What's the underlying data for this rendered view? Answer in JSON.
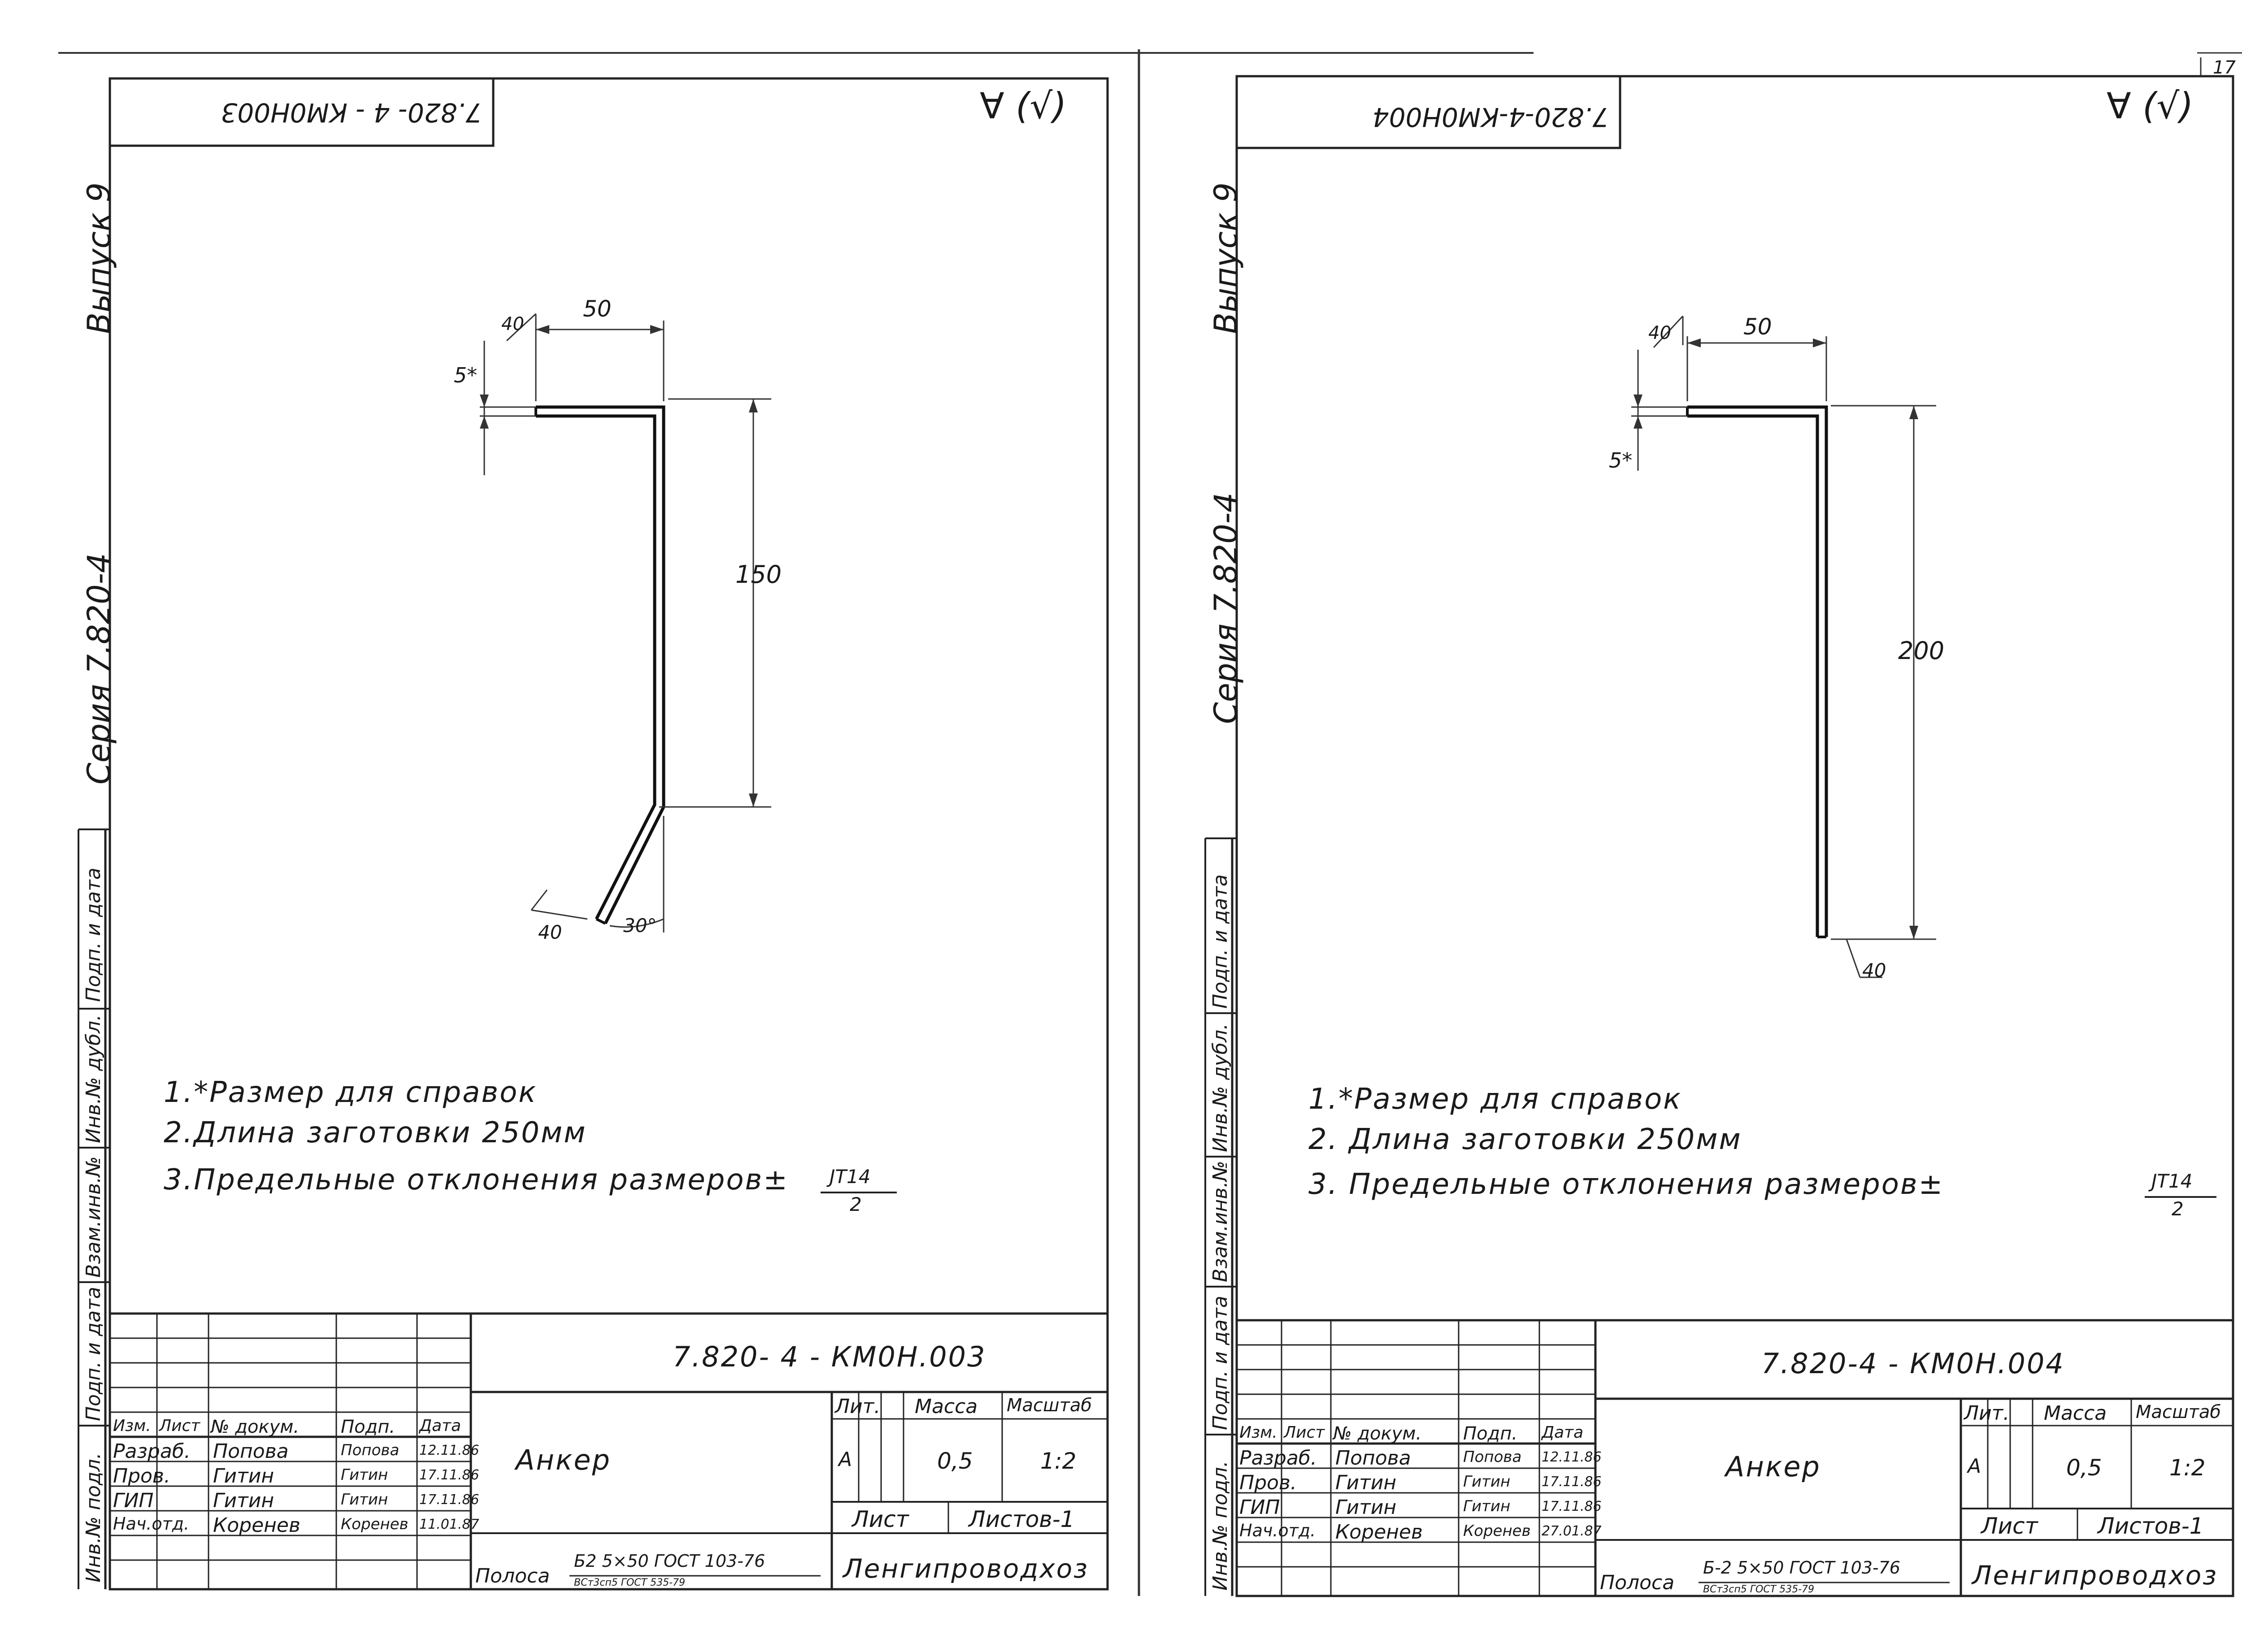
{
  "page_number": "17",
  "sheets": [
    {
      "stamp_code": "7.820- 4 - КМ0Н003",
      "roughness_symbol": "∀ (√)",
      "series": "Серия 7.820-4",
      "issue": "Выпуск 9",
      "side_fields": [
        "Подп. и дата",
        "Инв.№ дубл.",
        "Взам.инв.№",
        "Подп. и дата",
        "Инв.№ подл."
      ],
      "dims": {
        "top_width": "50",
        "thickness_top": "40",
        "ref_dim": "5*",
        "length": "150",
        "thickness_bottom": "40",
        "angle": "30°"
      },
      "notes": [
        "1.*Размер для справок",
        "2.Длина заготовки 250мм",
        "3.Предельные отклонения размеров±"
      ],
      "tolerance": {
        "num": "JT14",
        "den": "2"
      },
      "title_block": {
        "code": "7.820- 4 - КМ0Н.003",
        "name": "Анкер",
        "headers": [
          "Изм.",
          "Лист",
          "№ докум.",
          "Подп.",
          "Дата"
        ],
        "rows": [
          {
            "role": "Разраб.",
            "name": "Попова",
            "sign": "Попова",
            "date": "12.11.86"
          },
          {
            "role": "Пров.",
            "name": "Гитин",
            "sign": "Гитин",
            "date": "17.11.86"
          },
          {
            "role": "ГИП",
            "name": "Гитин",
            "sign": "Гитин",
            "date": "17.11.86"
          },
          {
            "role": "Нач.отд.",
            "name": "Коренев",
            "sign": "Коренев",
            "date": "11.01.87"
          }
        ],
        "lit_label": "Лит.",
        "lit_value": "А",
        "mass_label": "Масса",
        "mass_value": "0,5",
        "scale_label": "Масштаб",
        "scale_value": "1:2",
        "sheet_label": "Лист",
        "sheets_label": "Листов-1",
        "material_prefix": "Полоса",
        "material_top": "Б2 5×50 ГОСТ 103-76",
        "material_bottom": "ВСт3сп5 ГОСТ 535-79",
        "org": "Ленгипроводхоз"
      }
    },
    {
      "stamp_code": "7.820-4-КМ0Н004",
      "roughness_symbol": "∀ (√)",
      "series": "Серия 7.820-4",
      "issue": "Выпуск 9",
      "side_fields": [
        "Подп. и дата",
        "Инв.№ дубл.",
        "Взам.инв.№",
        "Подп. и дата",
        "Инв.№ подл."
      ],
      "dims": {
        "top_width": "50",
        "thickness_top": "40",
        "ref_dim": "5*",
        "length": "200",
        "thickness_bottom": "40"
      },
      "notes": [
        "1.*Размер для справок",
        "2. Длина заготовки 250мм",
        "3. Предельные отклонения размеров±"
      ],
      "tolerance": {
        "num": "JT14",
        "den": "2"
      },
      "title_block": {
        "code": "7.820-4 - КМ0Н.004",
        "name": "Анкер",
        "headers": [
          "Изм.",
          "Лист",
          "№ докум.",
          "Подп.",
          "Дата"
        ],
        "rows": [
          {
            "role": "Разраб.",
            "name": "Попова",
            "sign": "Попова",
            "date": "12.11.86"
          },
          {
            "role": "Пров.",
            "name": "Гитин",
            "sign": "Гитин",
            "date": "17.11.86"
          },
          {
            "role": "ГИП",
            "name": "Гитин",
            "sign": "Гитин",
            "date": "17.11.86"
          },
          {
            "role": "Нач.отд.",
            "name": "Коренев",
            "sign": "Коренев",
            "date": "27.01.87"
          }
        ],
        "lit_label": "Лит.",
        "lit_value": "А",
        "mass_label": "Масса",
        "mass_value": "0,5",
        "scale_label": "Масштаб",
        "scale_value": "1:2",
        "sheet_label": "Лист",
        "sheets_label": "Листов-1",
        "material_prefix": "Полоса",
        "material_top": "Б-2 5×50 ГОСТ 103-76",
        "material_bottom": "ВСт3сп5 ГОСТ 535-79",
        "org": "Ленгипроводхоз"
      }
    }
  ]
}
